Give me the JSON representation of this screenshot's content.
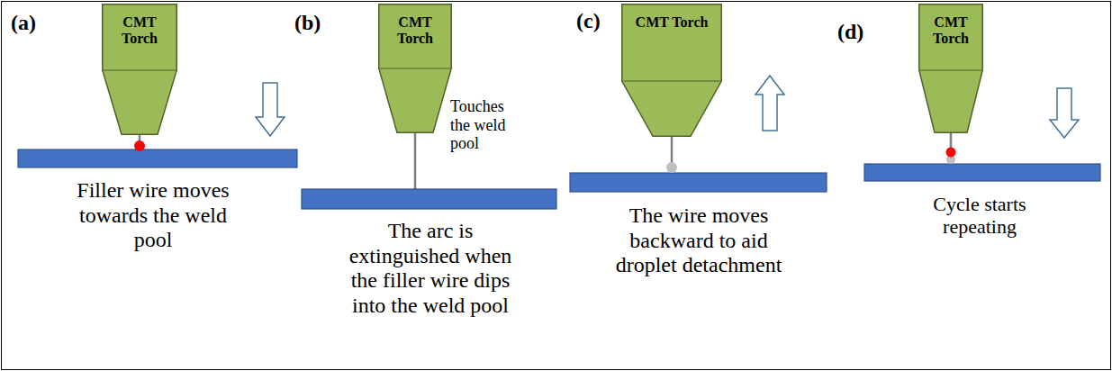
{
  "diagram": {
    "nodes": [
      {
        "text": [
          "CMT Torch"
        ]
      },
      {
        "text": [
          "CMT Torch"
        ]
      },
      {
        "text": [
          "CMT Torch"
        ]
      },
      {
        "text": [
          "CMT Torch"
        ]
      }
    ],
    "labels": [
      "(a)",
      "Filler wire moves towards the weld pool",
      "(b)",
      "Touches the weld pool",
      "The arc is extinguished when the filler wire dips into the weld pool",
      "(c)",
      "The wire moves backward to aid droplet detachment",
      "(d)",
      "Cycle starts repeating"
    ]
  }
}
